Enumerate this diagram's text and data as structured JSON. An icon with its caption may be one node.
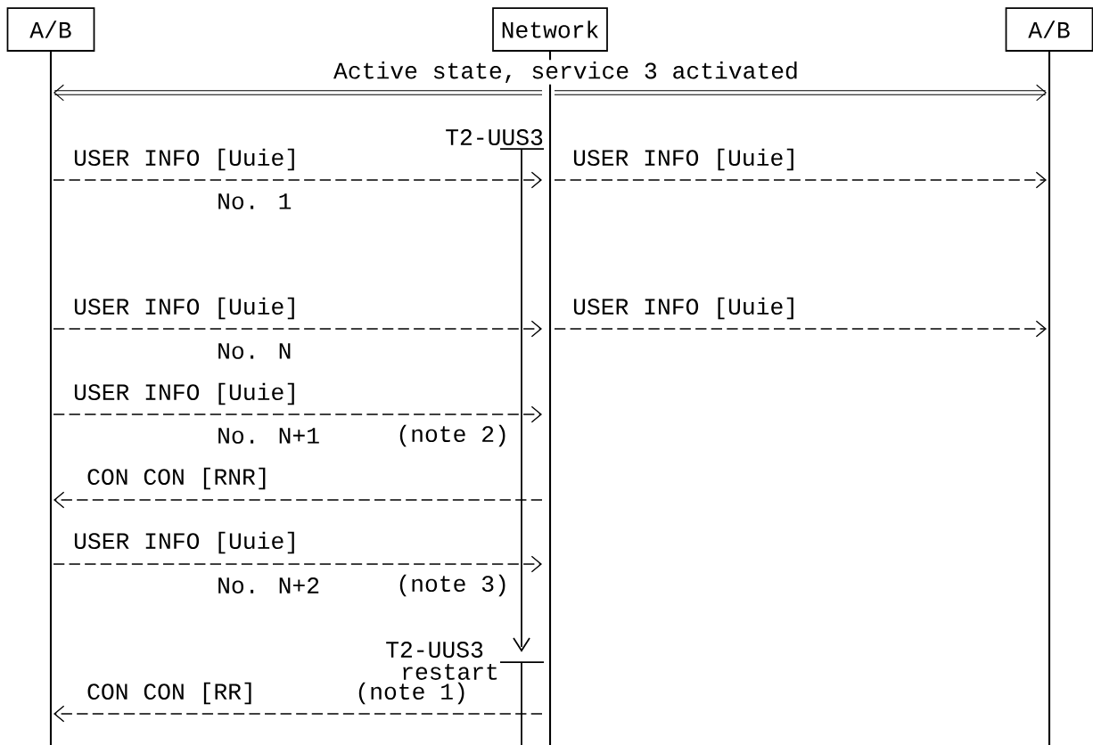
{
  "diagram": {
    "nodes": [
      {
        "text": [
          "A/B"
        ]
      },
      {
        "text": [
          "Network"
        ]
      },
      {
        "text": [
          "A/B"
        ]
      }
    ],
    "edges": [
      {
        "from": 1,
        "to": 0,
        "arrow": "to",
        "style": "thick",
        "label": "Active state, service 3 activated"
      },
      {
        "from": 1,
        "to": 2,
        "arrow": "to",
        "style": "thick"
      },
      {
        "from": 0,
        "to": 1,
        "arrow": "to",
        "style": "dashed",
        "label": "USER INFO [Uuie]"
      },
      {
        "from": 1,
        "to": 2,
        "arrow": "to",
        "style": "dashed",
        "label": "USER INFO [Uuie]"
      },
      {
        "from": 0,
        "to": 1,
        "arrow": "to",
        "style": "dashed",
        "label": "USER INFO [Uuie]"
      },
      {
        "from": 1,
        "to": 2,
        "arrow": "to",
        "style": "dashed",
        "label": "USER INFO [Uuie]"
      },
      {
        "from": 0,
        "to": 1,
        "arrow": "to",
        "style": "dashed",
        "label": "USER INFO [Uuie]"
      },
      {
        "from": 1,
        "to": 0,
        "arrow": "to",
        "style": "dashed",
        "label": "CON CON [RNR]"
      },
      {
        "from": 0,
        "to": 1,
        "arrow": "to",
        "style": "dashed",
        "label": "USER INFO [Uuie]"
      },
      {
        "from": 1,
        "to": 0,
        "arrow": "to",
        "style": "dashed",
        "label": "CON CON [RR]"
      }
    ],
    "labels": [
      "T2-UUS3",
      "No. 1",
      "No. N",
      "No. N+1",
      "(note 2)",
      "No. N+2",
      "(note 3)",
      "T2-UUS3",
      "restart",
      "(note 1)"
    ]
  }
}
